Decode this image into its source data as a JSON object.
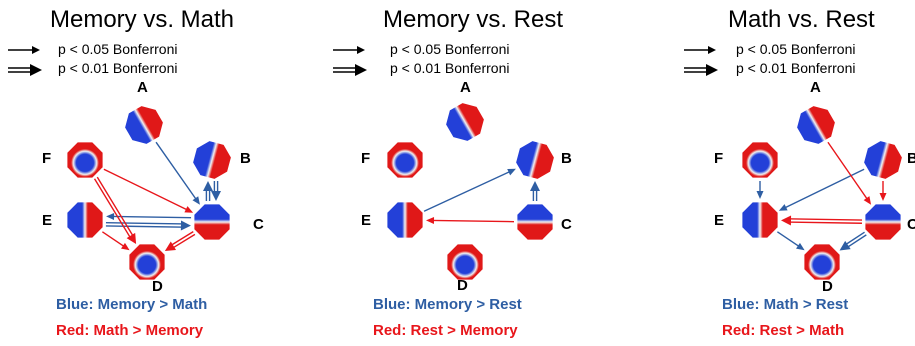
{
  "legend": {
    "single_label": "p < 0.05 Bonferroni",
    "double_label": "p < 0.01 Bonferroni"
  },
  "colors": {
    "blue": "#2e5ea3",
    "red": "#e8161b",
    "map_blue": "#2340d8",
    "map_red": "#e01818"
  },
  "node_labels": {
    "A": "A",
    "B": "B",
    "C": "C",
    "D": "D",
    "E": "E",
    "F": "F"
  },
  "panels": [
    {
      "title": "Memory vs. Math",
      "caption_blue": "Blue: Memory > Math",
      "caption_red": "Red:  Math > Memory",
      "edges": [
        {
          "from": "A",
          "to": "C",
          "color": "blue",
          "sig": "single"
        },
        {
          "from": "B",
          "to": "C",
          "color": "blue",
          "sig": "double"
        },
        {
          "from": "C",
          "to": "B",
          "color": "blue",
          "sig": "double"
        },
        {
          "from": "E",
          "to": "C",
          "color": "blue",
          "sig": "double"
        },
        {
          "from": "C",
          "to": "E",
          "color": "blue",
          "sig": "single"
        },
        {
          "from": "F",
          "to": "D",
          "color": "red",
          "sig": "double"
        },
        {
          "from": "F",
          "to": "C",
          "color": "red",
          "sig": "single"
        },
        {
          "from": "E",
          "to": "D",
          "color": "red",
          "sig": "single"
        },
        {
          "from": "C",
          "to": "D",
          "color": "red",
          "sig": "double"
        }
      ]
    },
    {
      "title": "Memory vs. Rest",
      "caption_blue": "Blue: Memory > Rest",
      "caption_red": "Red:  Rest > Memory",
      "edges": [
        {
          "from": "E",
          "to": "B",
          "color": "blue",
          "sig": "single"
        },
        {
          "from": "C",
          "to": "B",
          "color": "blue",
          "sig": "double"
        },
        {
          "from": "C",
          "to": "E",
          "color": "red",
          "sig": "single"
        }
      ]
    },
    {
      "title": "Math vs. Rest",
      "caption_blue": "Blue: Math > Rest",
      "caption_red": "Red:  Rest > Math",
      "edges": [
        {
          "from": "B",
          "to": "E",
          "color": "blue",
          "sig": "single"
        },
        {
          "from": "F",
          "to": "E",
          "color": "blue",
          "sig": "single"
        },
        {
          "from": "E",
          "to": "D",
          "color": "blue",
          "sig": "single"
        },
        {
          "from": "C",
          "to": "D",
          "color": "blue",
          "sig": "double"
        },
        {
          "from": "A",
          "to": "C",
          "color": "red",
          "sig": "single"
        },
        {
          "from": "B",
          "to": "C",
          "color": "red",
          "sig": "single"
        },
        {
          "from": "C",
          "to": "E",
          "color": "red",
          "sig": "double"
        }
      ]
    }
  ]
}
